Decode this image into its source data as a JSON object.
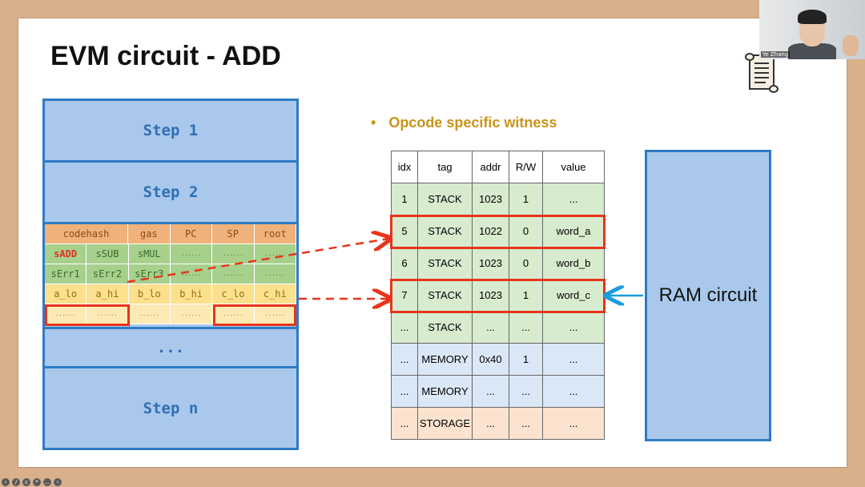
{
  "slide": {
    "title": "EVM circuit - ADD"
  },
  "steps": {
    "step1": "Step 1",
    "step2": "Step 2",
    "ellipsis": "...",
    "stepn": "Step n"
  },
  "grid": {
    "rows": [
      [
        "codehash",
        "gas",
        "PC",
        "SP",
        "root"
      ],
      [
        "sADD",
        "sSUB",
        "sMUL",
        "......",
        "......",
        "......"
      ],
      [
        "sErr1",
        "sErr2",
        "sErr3",
        "......",
        "......",
        "......"
      ],
      [
        "a_lo",
        "a_hi",
        "b_lo",
        "b_hi",
        "c_lo",
        "c_hi"
      ],
      [
        "......",
        "......",
        "......",
        "......",
        "......",
        "......"
      ]
    ]
  },
  "bullet": "Opcode specific witness",
  "table": {
    "headers": [
      "idx",
      "tag",
      "addr",
      "R/W",
      "value"
    ],
    "rows": [
      [
        "1",
        "STACK",
        "1023",
        "1",
        "..."
      ],
      [
        "5",
        "STACK",
        "1022",
        "0",
        "word_a"
      ],
      [
        "6",
        "STACK",
        "1023",
        "0",
        "word_b"
      ],
      [
        "7",
        "STACK",
        "1023",
        "1",
        "word_c"
      ],
      [
        "...",
        "STACK",
        "...",
        "...",
        "..."
      ],
      [
        "...",
        "MEMORY",
        "0x40",
        "1",
        "..."
      ],
      [
        "...",
        "MEMORY",
        "...",
        "...",
        "..."
      ],
      [
        "...",
        "STORAGE",
        "...",
        "...",
        "..."
      ]
    ]
  },
  "ram_circuit": "RAM circuit",
  "video": {
    "name": "Ye Zhang"
  },
  "colors": {
    "accent_red": "#e8341c",
    "step_blue": "#2f7bc4",
    "bullet_gold": "#c99418"
  }
}
